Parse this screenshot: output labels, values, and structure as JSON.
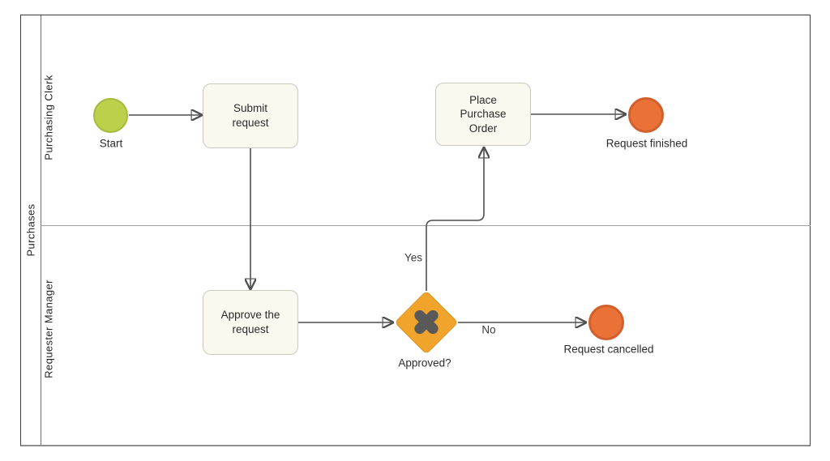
{
  "diagram": {
    "kind": "bpmn-process",
    "pool": {
      "label": "Purchases",
      "lanes": [
        {
          "label": "Purchasing Clerk"
        },
        {
          "label": "Requester Manager"
        }
      ]
    },
    "nodes": {
      "start": {
        "label": "Start",
        "kind": "start-event",
        "fill": "#bdd04b",
        "stroke": "#a6ba3e"
      },
      "submit": {
        "label": "Submit request",
        "kind": "task",
        "fill": "#faf9f0",
        "stroke": "#cbc8bd"
      },
      "place": {
        "label": "Place Purchase Order",
        "kind": "task",
        "fill": "#faf9f0",
        "stroke": "#cbc8bd"
      },
      "finished": {
        "label": "Request finished",
        "kind": "end-event",
        "fill": "#eb7237",
        "stroke": "#d2602c"
      },
      "approve": {
        "label": "Approve the request",
        "kind": "task",
        "fill": "#faf9f0",
        "stroke": "#cbc8bd"
      },
      "gateway": {
        "label": "Approved?",
        "kind": "exclusive-gateway",
        "fill": "#f1a42c",
        "icon": "x-cross-icon",
        "icon_color": "#595959"
      },
      "cancelled": {
        "label": "Request cancelled",
        "kind": "end-event",
        "fill": "#eb7237",
        "stroke": "#d2602c"
      }
    },
    "flows": [
      {
        "from": "Start",
        "to": "Submit request",
        "label": ""
      },
      {
        "from": "Submit request",
        "to": "Approve the request",
        "label": ""
      },
      {
        "from": "Approve the request",
        "to": "Approved?",
        "label": ""
      },
      {
        "from": "Approved?",
        "to": "Place Purchase Order",
        "label": "Yes"
      },
      {
        "from": "Approved?",
        "to": "Request cancelled",
        "label": "No"
      },
      {
        "from": "Place Purchase Order",
        "to": "Request finished",
        "label": ""
      }
    ],
    "colors": {
      "connector": "#4f4f4f",
      "lane_border": "#3d3d3d",
      "lane_separator": "#a0a0a0"
    }
  }
}
